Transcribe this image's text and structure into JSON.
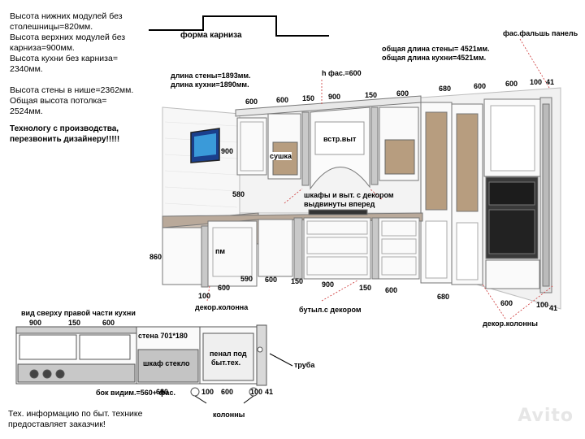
{
  "notes": {
    "lines": [
      "Высота нижних модулей без",
      "столешницы=820мм.",
      "Высота верхних модулей без",
      "карниза=900мм.",
      "Высота кухни без карниза=",
      "2340мм.",
      "",
      "Высота стены в нише=2362мм.",
      "Общая высота потолка=",
      "2524мм."
    ],
    "call": [
      "Технологу с производства,",
      "перезвонить дизайнеру!!!!!"
    ],
    "tech": [
      "Тех. информацию по быт. технике",
      "предоставляет заказчик!"
    ]
  },
  "labels": {
    "cornice": "форма карниза",
    "wall_left_1": "длина стены=1893мм.",
    "wall_left_2": "длина кухни=1890мм.",
    "h_facade": "h фас.=600",
    "wall_right_1": "общая длина стены= 4521мм.",
    "wall_right_2": "общая длина кухни=4521мм.",
    "false_panel": "фас.фальшь панель",
    "dryer": "сушка",
    "builtin": "встр.выт",
    "cabinets_decor_1": "шкафы и выт. с декором",
    "cabinets_decor_2": "выдвинуты вперед",
    "dw": "пм",
    "decor_column": "декор.колонна",
    "bottle_decor": "бутыл.с декором",
    "decor_columns": "декор.колонны",
    "top_view": "вид сверху правой части кухни",
    "wall_701": "стена 701*180",
    "glass_cab": "шкаф стекло",
    "penal_1": "пенал под",
    "penal_2": "быт.тех.",
    "pipe": "труба",
    "side_visible": "бок видим.=560+ фас.",
    "columns": "колонны"
  },
  "dims": {
    "d900_left": "900",
    "d580": "580",
    "d860": "860",
    "top_600a": "600",
    "top_600b": "600",
    "top_150a": "150",
    "top_900": "900",
    "top_150b": "150",
    "top_600c": "600",
    "top_680": "680",
    "top_600d": "600",
    "top_600e": "600",
    "top_100": "100",
    "top_41": "41",
    "bot_100": "100",
    "bot_600a": "600",
    "bot_590": "590",
    "bot_600b": "600",
    "bot_150a": "150",
    "bot_900": "900",
    "bot_150b": "150",
    "bot_600c": "600",
    "bot_680": "680",
    "bot_600d": "600",
    "bot_41": "41",
    "tv_900": "900",
    "tv_150": "150",
    "tv_600": "600",
    "tv_680": "680",
    "tv_100": "100",
    "tv_600b": "600",
    "tv_100b": "100",
    "tv_41": "41"
  },
  "watermark": "Avito"
}
